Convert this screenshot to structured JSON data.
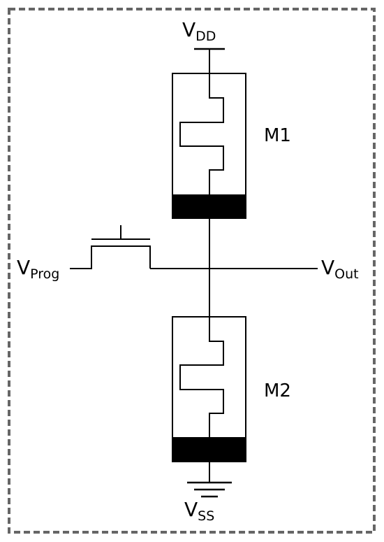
{
  "labels": {
    "vdd": {
      "main": "V",
      "sub": "DD"
    },
    "vss": {
      "main": "V",
      "sub": "SS"
    },
    "vprog": {
      "main": "V",
      "sub": "Prog"
    },
    "vout": {
      "main": "V",
      "sub": "Out"
    },
    "m1": "M1",
    "m2": "M2"
  },
  "colors": {
    "line": "#000000",
    "border": "#666666",
    "background": "#ffffff"
  }
}
